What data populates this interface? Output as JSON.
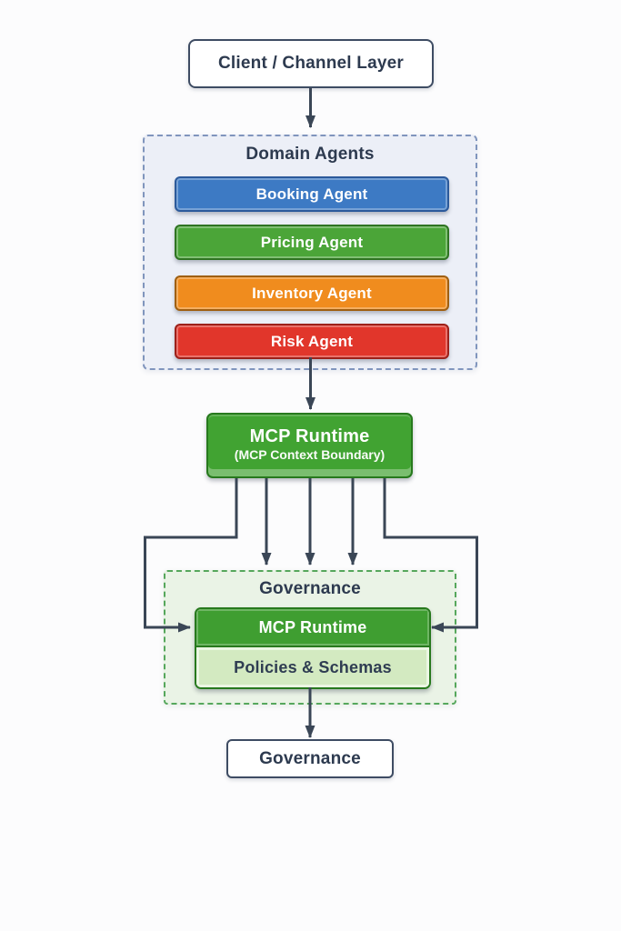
{
  "diagram": {
    "client_layer": {
      "label": "Client / Channel Layer"
    },
    "domain_agents": {
      "title": "Domain Agents",
      "agents": [
        {
          "label": "Booking Agent",
          "fill": "#3d7ac4",
          "border": "#2c5a9b"
        },
        {
          "label": "Pricing Agent",
          "fill": "#4ba538",
          "border": "#2f7422"
        },
        {
          "label": "Inventory Agent",
          "fill": "#f08c1e",
          "border": "#a05f10"
        },
        {
          "label": "Risk Agent",
          "fill": "#e1362b",
          "border": "#9d211a"
        }
      ]
    },
    "mcp_runtime": {
      "title": "MCP Runtime",
      "subtitle": "(MCP Context Boundary)"
    },
    "governance_group": {
      "title": "Governance",
      "runtime_label": "MCP Runtime",
      "policies_label": "Policies & Schemas"
    },
    "governance_output": {
      "label": "Governance"
    },
    "colors": {
      "canvas_background": "#fcfcfd",
      "arrow": "#3a4656",
      "dark_text": "#2d3a4f",
      "plain_node_border": "#3e4c63",
      "domain_container_fill": "#eceff7",
      "domain_container_border": "#8095bd",
      "governance_container_fill": "#eaf3e6",
      "governance_container_border": "#56a75c",
      "mcp_green_fill": "#41a332",
      "mcp_green_border": "#27791d",
      "policies_fill": "#d3eac1"
    }
  }
}
